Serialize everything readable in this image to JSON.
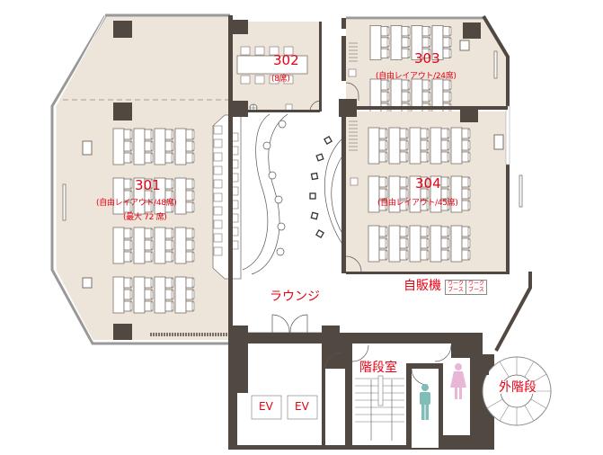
{
  "floor_plan": {
    "colors": {
      "room_fill": "#ede4da",
      "wall": "#524842",
      "label": "#e60012",
      "desk": "#ffffff",
      "desk_stroke": "#7a706a",
      "male_icon": "#7fbdb9",
      "female_icon": "#e9b6d8",
      "background": "#ffffff"
    },
    "rooms": [
      {
        "id": "301",
        "number": "301",
        "capacity": "(自由レイアウト/48席)",
        "max_capacity": "(最大 72 席)"
      },
      {
        "id": "302",
        "number": "302",
        "capacity": "(8席)"
      },
      {
        "id": "303",
        "number": "303",
        "capacity": "(自由レイアウト/24席)"
      },
      {
        "id": "304",
        "number": "304",
        "capacity": "(自由レイアウト/45席)"
      }
    ],
    "areas": {
      "lounge": "ラウンジ",
      "vending": "自販機",
      "workbooth_1": "ワーク\nブース",
      "workbooth_2": "ワーク\nブース",
      "stair_room": "階段室",
      "outer_stairs": "外階段",
      "ev_1": "EV",
      "ev_2": "EV"
    },
    "icons": {
      "restroom_male": "male-restroom-icon",
      "restroom_female": "female-restroom-icon"
    }
  }
}
